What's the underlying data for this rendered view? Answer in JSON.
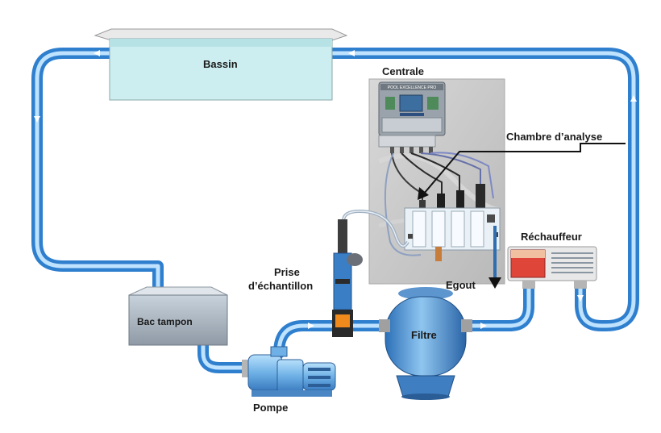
{
  "labels": {
    "bassin": "Bassin",
    "centrale": "Centrale",
    "chambre": "Chambre d’analyse",
    "rechauffeur": "Réchauffeur",
    "prise_line1": "Prise",
    "prise_line2": "d’échantillon",
    "egout": "Egout",
    "bac": "Bac tampon",
    "filtre": "Filtre",
    "pompe": "Pompe"
  },
  "controller_header": "POOL EXCELLENCE PRO",
  "colors": {
    "pipe": "#3a8fd8",
    "pipe_light": "#bfe3ff",
    "water": "#cdeef0",
    "panel": "#c9c9c9",
    "heater_hot": "#e0453a"
  }
}
